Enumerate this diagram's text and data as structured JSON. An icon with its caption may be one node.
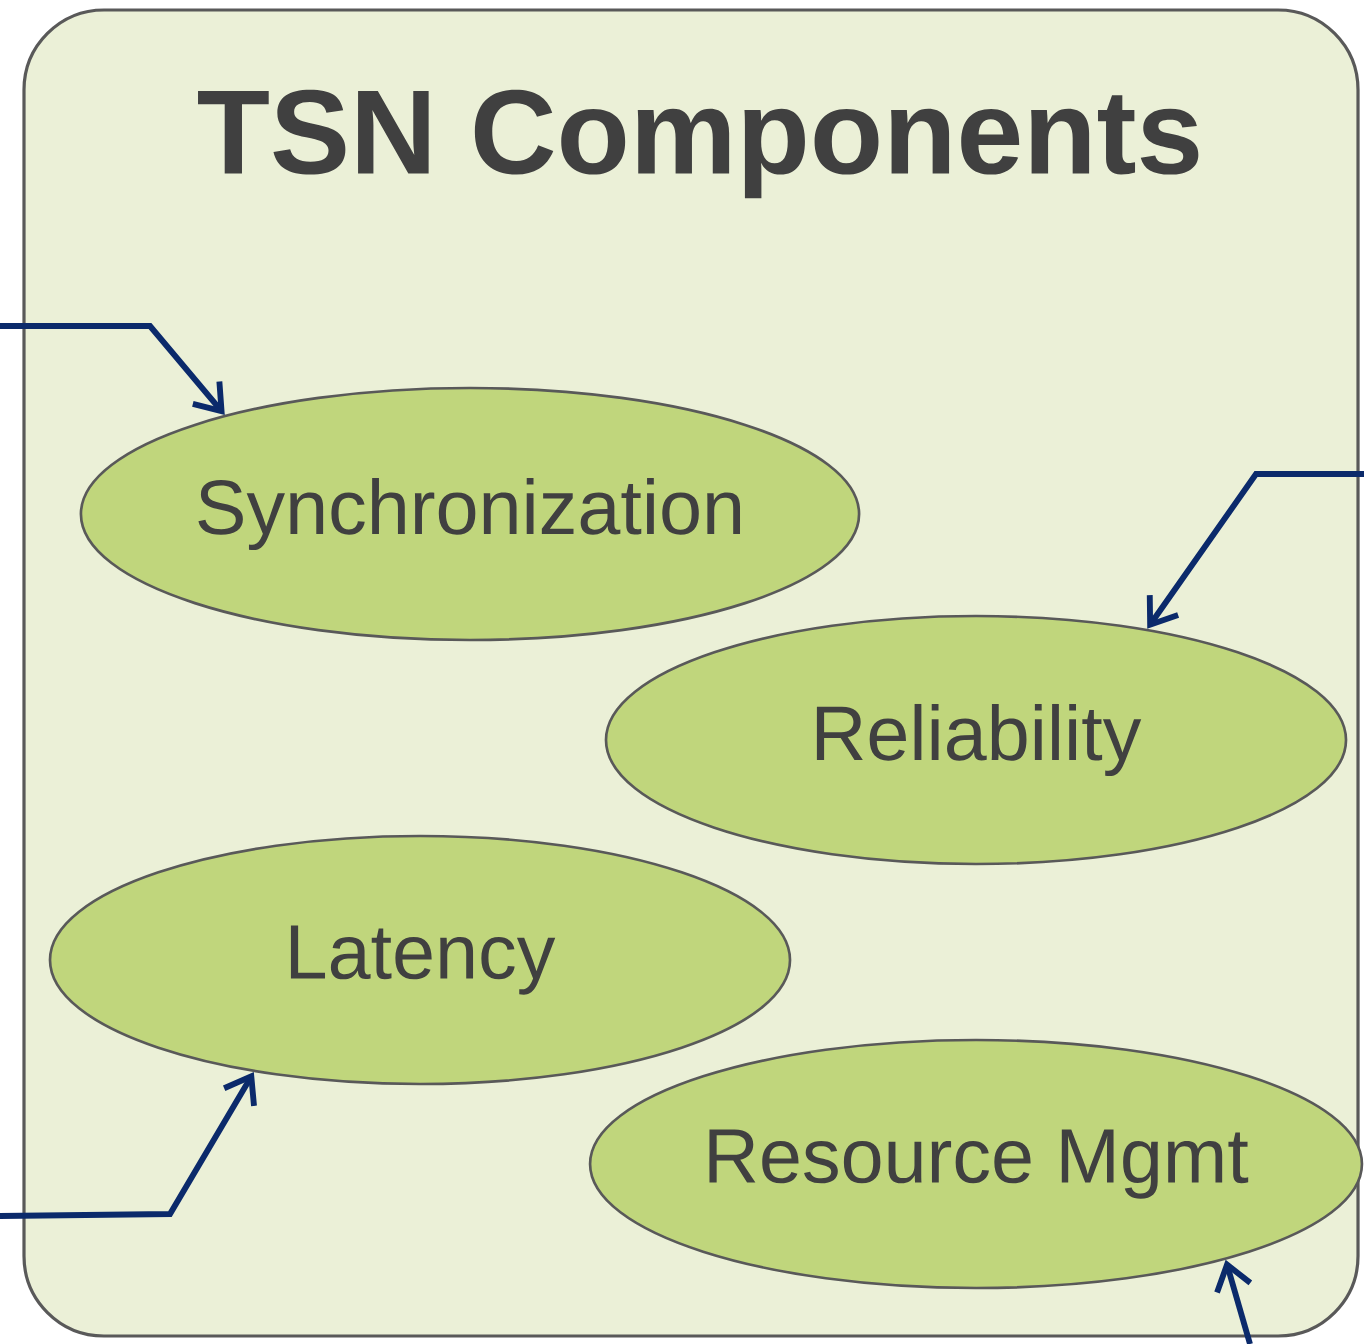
{
  "diagram": {
    "nodes": [
      {
        "text": [
          "TSN Components"
        ]
      },
      {
        "text": [
          "Synchronization"
        ],
        "in": 0
      },
      {
        "text": [
          "Reliability"
        ],
        "in": 0
      },
      {
        "text": [
          "Latency"
        ],
        "in": 0
      },
      {
        "text": [
          "Resource Mgmt"
        ],
        "in": 0
      }
    ],
    "edges": [
      {
        "from": null,
        "to": 1,
        "arrow": "to"
      },
      {
        "from": null,
        "to": 2,
        "arrow": "to"
      },
      {
        "from": null,
        "to": 3,
        "arrow": "to"
      },
      {
        "from": null,
        "to": 4,
        "arrow": "to"
      }
    ]
  }
}
